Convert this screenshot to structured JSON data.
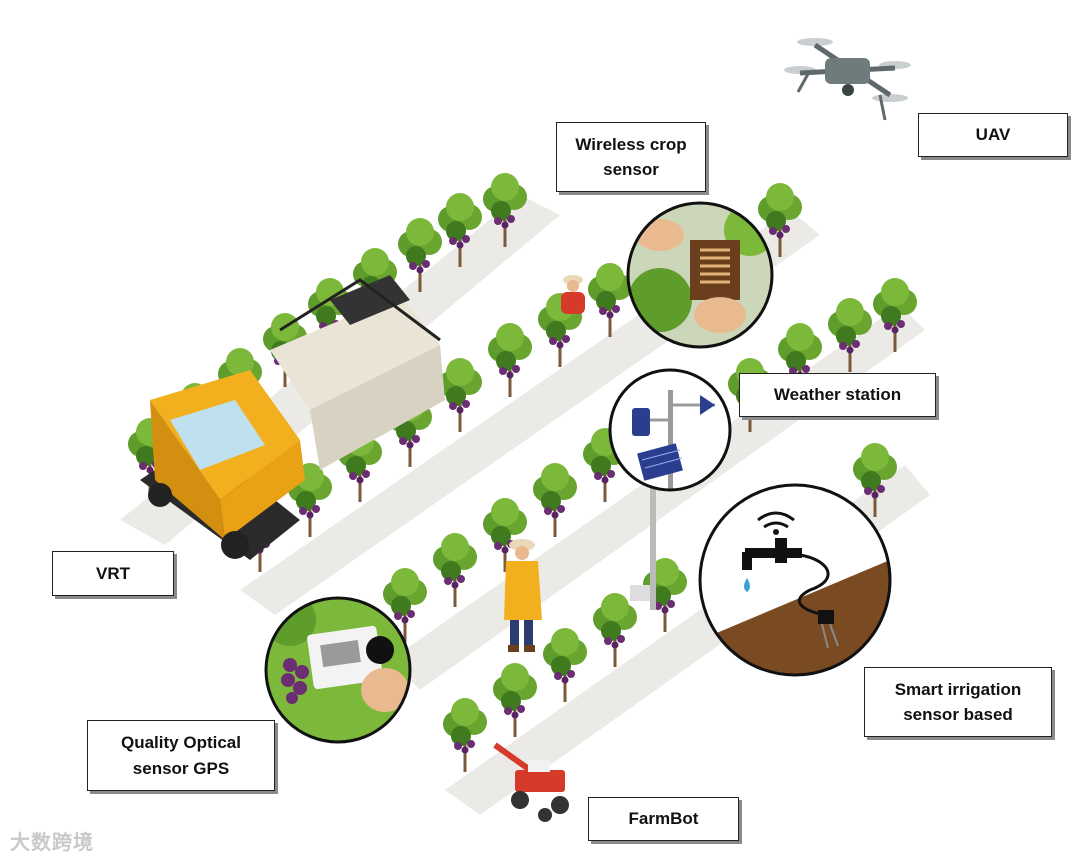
{
  "labels": {
    "uav": "UAV",
    "wireless": "Wireless crop\nsensor",
    "weather": "Weather station",
    "vrt": "VRT",
    "smart_irrigation": "Smart irrigation\nsensor based",
    "quality_optical": "Quality Optical\nsensor GPS",
    "farmbot": "FarmBot"
  },
  "watermark": "大数跨境",
  "colors": {
    "leaf": "#6aa52f",
    "leaf_dark": "#3f7a1e",
    "grape": "#6b2e73",
    "tractor": "#f2b01e",
    "soil": "#7a4a22",
    "drone": "#6f7a7d"
  }
}
